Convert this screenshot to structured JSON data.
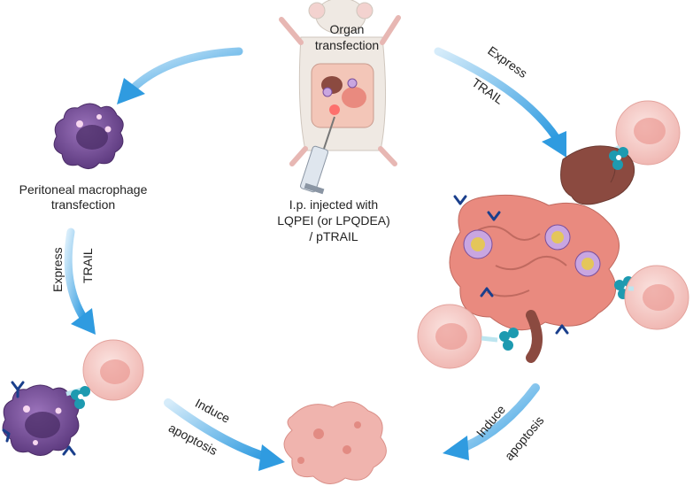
{
  "labels": {
    "organ_transfection_line1": "Organ",
    "organ_transfection_line2": "transfection",
    "injection_line1": "I.p. injected with",
    "injection_line2": "LQPEI (or LPQDEA)",
    "injection_line3": "/ pTRAIL",
    "macrophage_line1": "Peritoneal macrophage",
    "macrophage_line2": "transfection",
    "left_express": "Express",
    "left_trail": "TRAIL",
    "right_express": "Express",
    "right_trail": "TRAIL",
    "bottom_left_induce": "Induce",
    "bottom_left_apoptosis": "apoptosis",
    "bottom_right_induce": "Induce",
    "bottom_right_apoptosis": "apoptosis"
  },
  "colors": {
    "arrow": "#2f9be0",
    "macrophage": "#7a4f9c",
    "tumor_cell": "#f4c4c0",
    "liver": "#8b4a40",
    "intestine": "#e98a7f",
    "receptor": "#1a3f8c",
    "apoptotic_debris": "#f0b4ae"
  },
  "icons": [
    "mouse-icon",
    "syringe-icon",
    "macrophage-icon",
    "tumor-cell-icon",
    "liver-icon",
    "intestine-icon",
    "trail-receptor-icon",
    "apoptotic-body-icon"
  ]
}
